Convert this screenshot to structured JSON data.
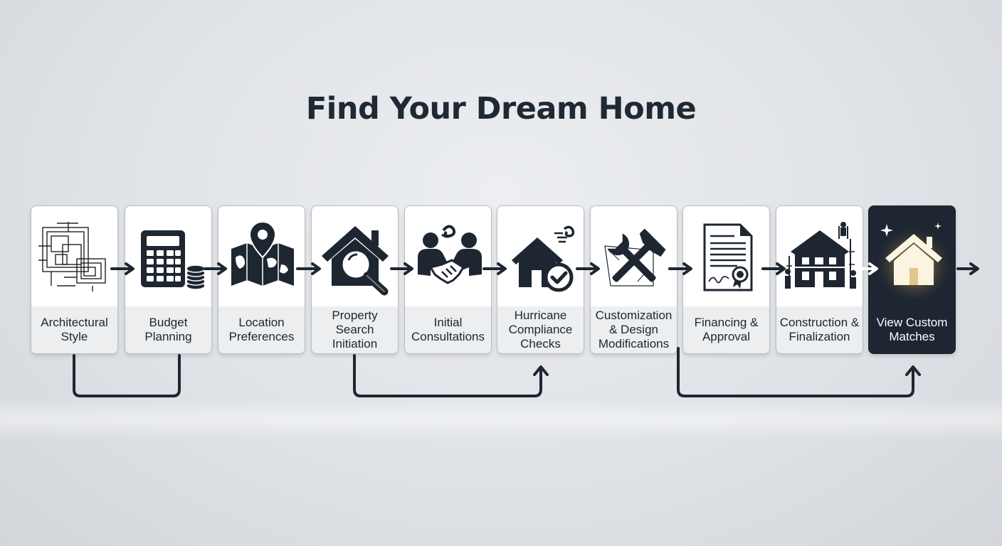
{
  "title": "Find Your Dream Home",
  "colors": {
    "dark": "#1d2631",
    "card": "#ffffff",
    "label_bg": "#eceeef",
    "glow": "#f5d98a"
  },
  "steps": [
    {
      "label": "Architectural Style",
      "icon": "blueprint-icon"
    },
    {
      "label": "Budget Planning",
      "icon": "calculator-coins-icon"
    },
    {
      "label": "Location Preferences",
      "icon": "map-pin-icon"
    },
    {
      "label": "Property Search Initiation",
      "icon": "house-magnifier-icon"
    },
    {
      "label": "Initial Consultations",
      "icon": "handshake-icon"
    },
    {
      "label": "Hurricane Compliance Checks",
      "icon": "house-check-icon"
    },
    {
      "label": "Customization & Design Modifications",
      "icon": "hammer-wrench-icon"
    },
    {
      "label": "Financing & Approval",
      "icon": "document-seal-icon"
    },
    {
      "label": "Construction & Finalization",
      "icon": "building-construction-icon"
    },
    {
      "label": "View Custom Matches",
      "icon": "glowing-house-icon"
    }
  ],
  "loops": [
    {
      "from": "Architectural Style",
      "to": "Budget Planning"
    },
    {
      "from": "Property Search Initiation",
      "to": "Hurricane Compliance Checks"
    },
    {
      "from": "Customization & Design Modifications",
      "to": "View Custom Matches"
    }
  ]
}
